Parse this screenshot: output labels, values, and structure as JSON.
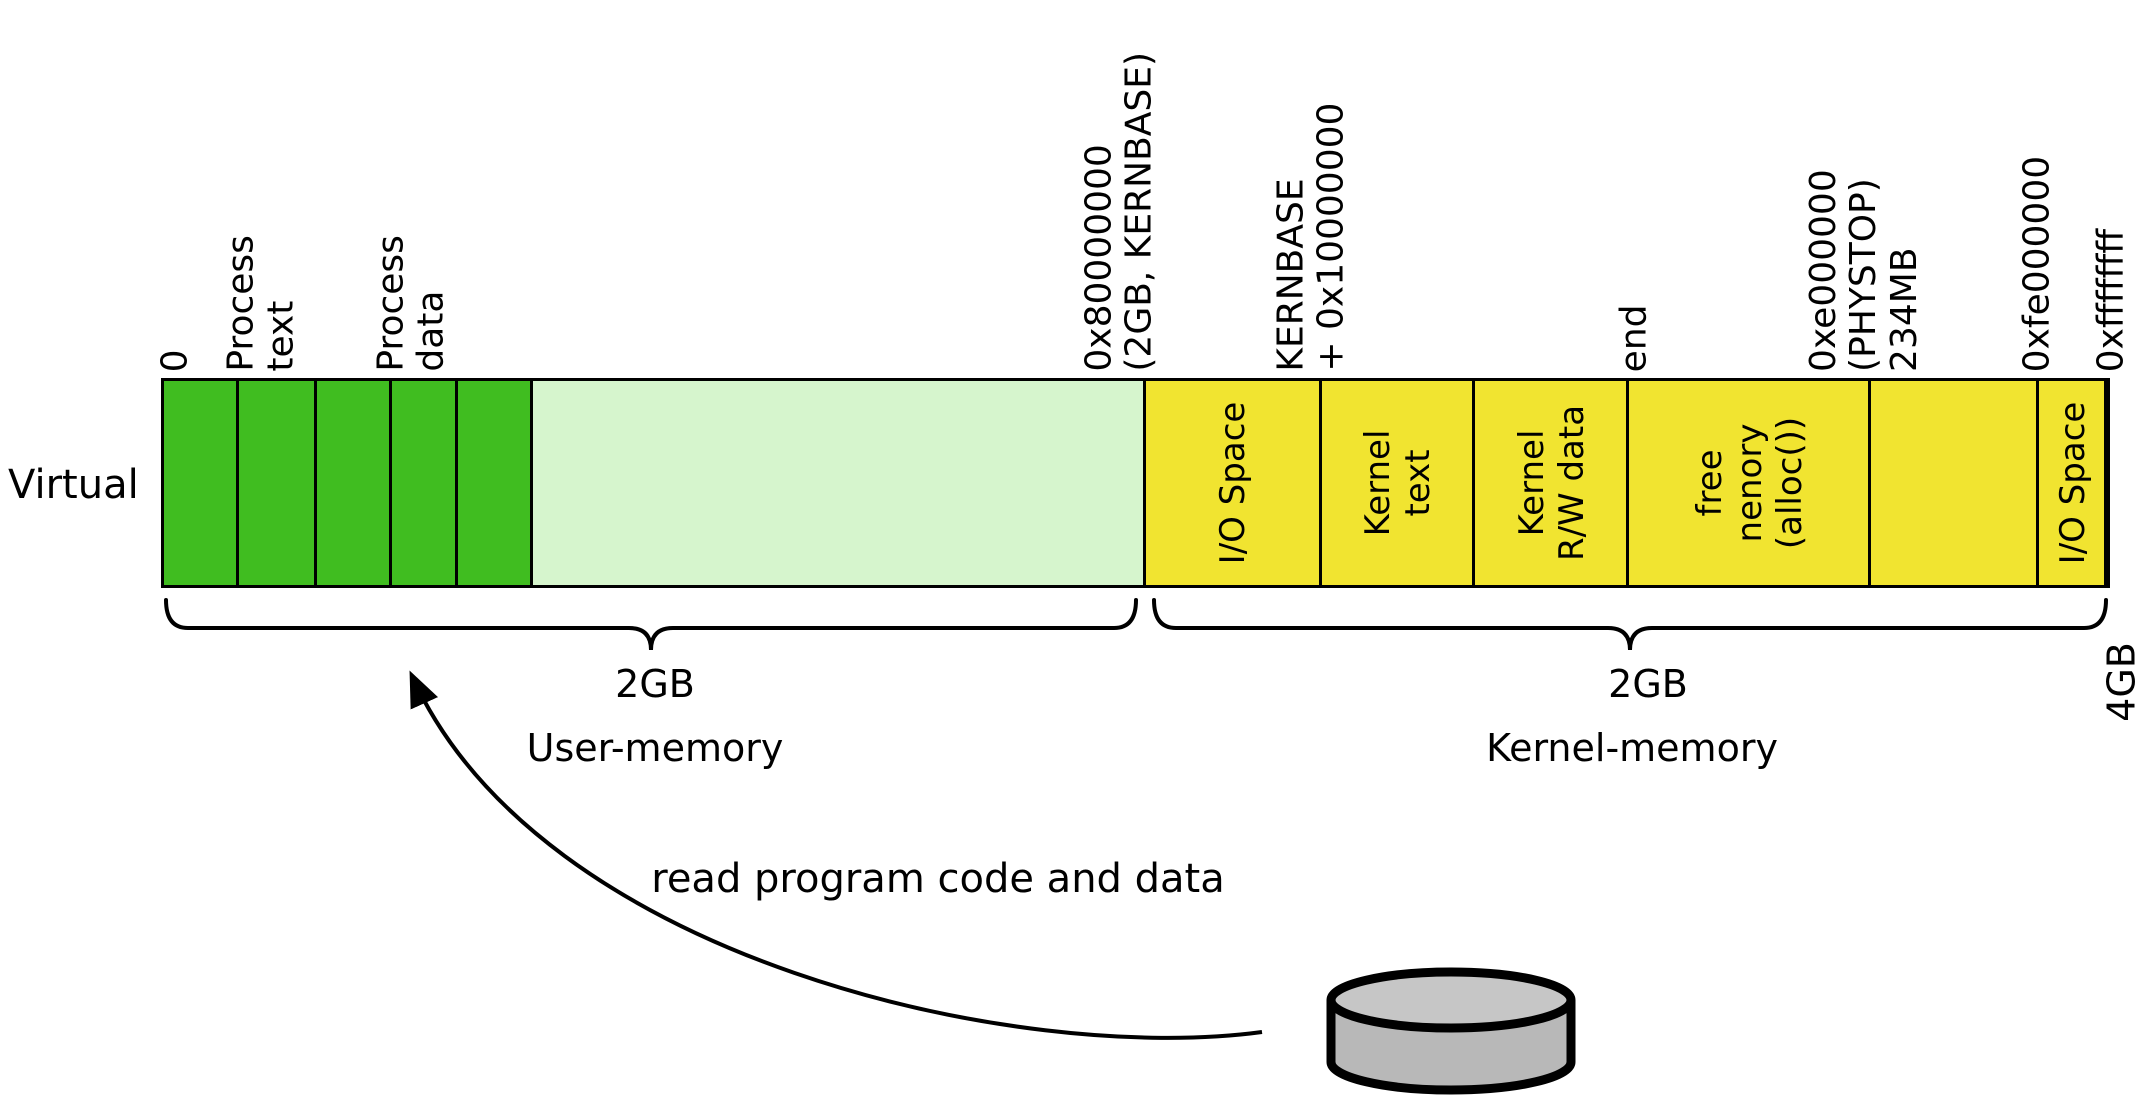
{
  "diagram": {
    "axis_label": "Virtual",
    "top_labels": [
      "0",
      "Process\ntext",
      "Process\ndata",
      "0x80000000\n(2GB, KERNBASE)",
      "KERNBASE\n+ 0x10000000",
      "end",
      "0xe000000\n(PHYSTOP)\n234MB",
      "0xfe000000",
      "0xffffffff"
    ],
    "bar_labels": [
      "I/O Space",
      "Kernel\ntext",
      "Kernel\nR/W data",
      "free\nnenory\n(alloc())",
      "I/O Space"
    ],
    "braces": {
      "user_size": "2GB",
      "user_label": "User-memory",
      "kernel_size": "2GB",
      "kernel_label": "Kernel-memory",
      "total": "4GB"
    },
    "arrow_label": "read program code and data",
    "colors": {
      "process_green": "#40bd20",
      "user_free_green": "#d6f5cd",
      "kernel_yellow": "#f1e430",
      "disk_gray": "#b8b8b8",
      "line_black": "#000000"
    }
  }
}
